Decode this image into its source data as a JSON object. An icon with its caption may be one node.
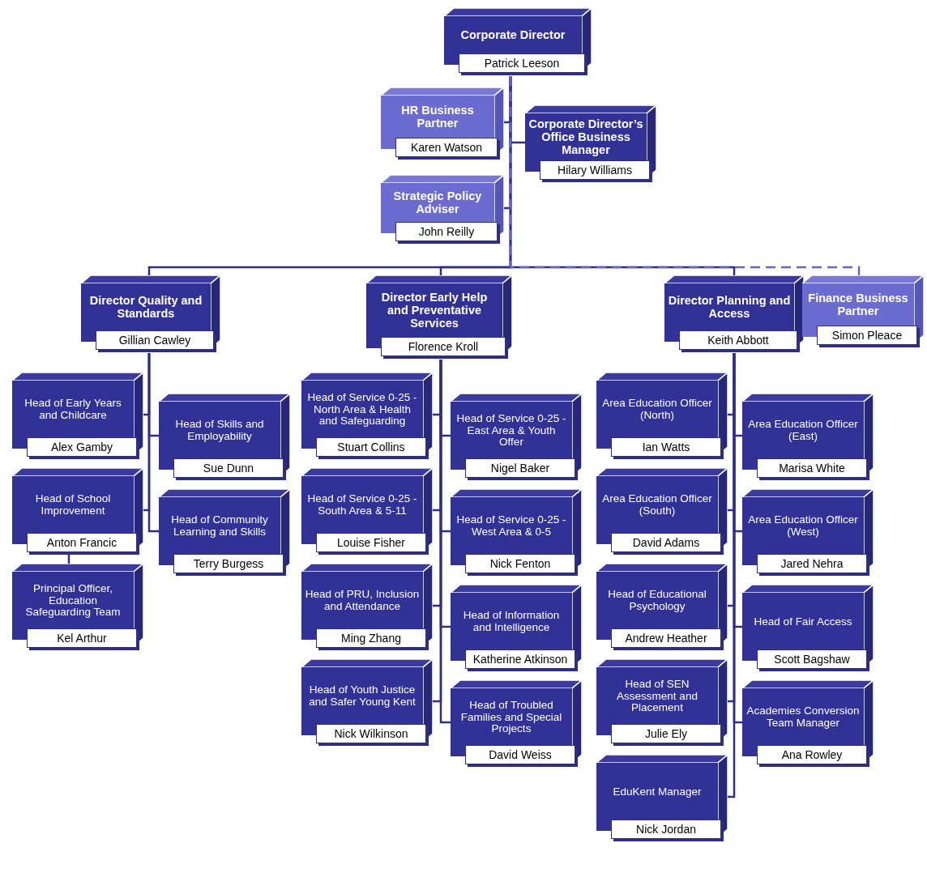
{
  "diagram": {
    "nodes": [
      {
        "text": [
          "Corporate Director",
          "Patrick Leeson"
        ]
      },
      {
        "text": [
          "HR Business Partner",
          "Karen Watson"
        ]
      },
      {
        "text": [
          "Corporate Director’s Office Business Manager",
          "Hilary Williams"
        ]
      },
      {
        "text": [
          "Strategic Policy Adviser",
          "John Reilly"
        ]
      },
      {
        "text": [
          "Director Quality and Standards",
          "Gillian Cawley"
        ]
      },
      {
        "text": [
          "Director Early Help and Preventative Services",
          "Florence Kroll"
        ]
      },
      {
        "text": [
          "Director Planning and Access",
          "Keith Abbott"
        ]
      },
      {
        "text": [
          "Finance Business Partner",
          "Simon Pleace"
        ]
      },
      {
        "text": [
          "Head of Early Years and Childcare",
          "Alex Gamby"
        ]
      },
      {
        "text": [
          "Head of Skills and Employability",
          "Sue Dunn"
        ]
      },
      {
        "text": [
          "Head of School Improvement",
          "Anton Francic"
        ]
      },
      {
        "text": [
          "Head of Community Learning and Skills",
          "Terry Burgess"
        ]
      },
      {
        "text": [
          "Principal Officer, Education Safeguarding Team",
          "Kel Arthur"
        ]
      },
      {
        "text": [
          "Head of Service 0-25 - North Area & Health and Safeguarding",
          "Stuart Collins"
        ]
      },
      {
        "text": [
          "Head of Service 0-25 - East Area & Youth Offer",
          "Nigel Baker"
        ]
      },
      {
        "text": [
          "Head of Service 0-25 - South Area & 5-11",
          "Louise Fisher"
        ]
      },
      {
        "text": [
          "Head of Service 0-25 - West Area & 0-5",
          "Nick Fenton"
        ]
      },
      {
        "text": [
          "Head of PRU, Inclusion and Attendance",
          "Ming Zhang"
        ]
      },
      {
        "text": [
          "Head of Information and Intelligence",
          "Katherine Atkinson"
        ]
      },
      {
        "text": [
          "Head of Youth Justice and Safer Young Kent",
          "Nick Wilkinson"
        ]
      },
      {
        "text": [
          "Head of Troubled Families and Special Projects",
          "David Weiss"
        ]
      },
      {
        "text": [
          "Area Education Officer (North)",
          "Ian Watts"
        ]
      },
      {
        "text": [
          "Area Education Officer (East)",
          "Marisa White"
        ]
      },
      {
        "text": [
          "Area Education Officer (South)",
          "David Adams"
        ]
      },
      {
        "text": [
          "Area Education Officer (West)",
          "Jared Nehra"
        ]
      },
      {
        "text": [
          "Head of Educational Psychology",
          "Andrew Heather"
        ]
      },
      {
        "text": [
          "Head of Fair Access",
          "Scott Bagshaw"
        ]
      },
      {
        "text": [
          "Head of SEN Assessment and Placement",
          "Julie Ely"
        ]
      },
      {
        "text": [
          "Academies Conversion Team Manager",
          "Ana Rowley"
        ]
      },
      {
        "text": [
          "EduKent Manager",
          "Nick Jordan"
        ]
      }
    ],
    "edges": [
      {
        "from": 0,
        "to": 1,
        "arrow": "none"
      },
      {
        "from": 0,
        "to": 2,
        "arrow": "none"
      },
      {
        "from": 0,
        "to": 3,
        "arrow": "none"
      },
      {
        "from": 0,
        "to": 4,
        "arrow": "none"
      },
      {
        "from": 0,
        "to": 5,
        "arrow": "none"
      },
      {
        "from": 0,
        "to": 6,
        "arrow": "none"
      },
      {
        "from": 0,
        "to": 7,
        "arrow": "none",
        "style": "dashed",
        "color": "#6666cc"
      },
      {
        "from": 4,
        "to": 8,
        "arrow": "none"
      },
      {
        "from": 4,
        "to": 9,
        "arrow": "none"
      },
      {
        "from": 4,
        "to": 10,
        "arrow": "none"
      },
      {
        "from": 4,
        "to": 11,
        "arrow": "none"
      },
      {
        "from": 10,
        "to": 12,
        "arrow": "none"
      },
      {
        "from": 5,
        "to": 13,
        "arrow": "none"
      },
      {
        "from": 5,
        "to": 14,
        "arrow": "none"
      },
      {
        "from": 5,
        "to": 15,
        "arrow": "none"
      },
      {
        "from": 5,
        "to": 16,
        "arrow": "none"
      },
      {
        "from": 5,
        "to": 17,
        "arrow": "none"
      },
      {
        "from": 5,
        "to": 18,
        "arrow": "none"
      },
      {
        "from": 5,
        "to": 19,
        "arrow": "none"
      },
      {
        "from": 5,
        "to": 20,
        "arrow": "none"
      },
      {
        "from": 6,
        "to": 21,
        "arrow": "none"
      },
      {
        "from": 6,
        "to": 22,
        "arrow": "none"
      },
      {
        "from": 6,
        "to": 23,
        "arrow": "none"
      },
      {
        "from": 6,
        "to": 24,
        "arrow": "none"
      },
      {
        "from": 6,
        "to": 25,
        "arrow": "none"
      },
      {
        "from": 6,
        "to": 26,
        "arrow": "none"
      },
      {
        "from": 6,
        "to": 27,
        "arrow": "none"
      },
      {
        "from": 6,
        "to": 28,
        "arrow": "none"
      },
      {
        "from": 6,
        "to": 29,
        "arrow": "none"
      }
    ]
  }
}
